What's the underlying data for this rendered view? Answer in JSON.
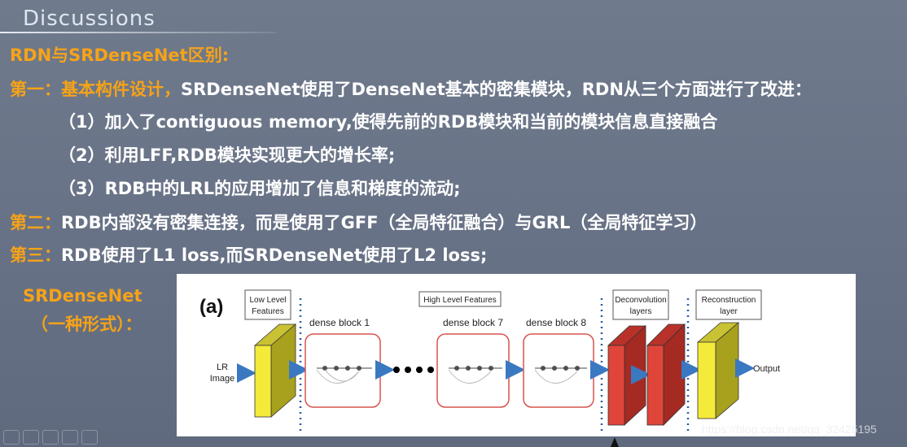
{
  "slide": {
    "title": "Discussions",
    "lines": {
      "l1": "RDN与SRDenseNet区别:",
      "l2_head": "第一：基本构件设计，",
      "l2_rest": "SRDenseNet使用了DenseNet基本的密集模块，RDN从三个方面进行了改进：",
      "l3": "（1）加入了contiguous memory,使得先前的RDB模块和当前的模块信息直接融合",
      "l4": "（2）利用LFF,RDB模块实现更大的增长率;",
      "l5": "（3）RDB中的LRL的应用增加了信息和梯度的流动;",
      "l6_head": "第二：",
      "l6_rest": "RDB内部没有密集连接，而是使用了GFF（全局特征融合）与GRL（全局特征学习）",
      "l7_head": "第三：",
      "l7_rest": "RDB使用了L1 loss,而SRDenseNet使用了L2 loss;"
    },
    "side_label_1": "SRDenseNet",
    "side_label_2": "（一种形式）："
  },
  "figure": {
    "panel_label": "(a)",
    "low_level_1": "Low Level",
    "low_level_2": "Features",
    "high_level": "High Level Features",
    "deconv_1": "Deconvolution",
    "deconv_2": "layers",
    "recon_1": "Reconstruction",
    "recon_2": "layer",
    "lr_1": "LR",
    "lr_2": "Image",
    "block_1": "dense block 1",
    "block_7": "dense block 7",
    "block_8": "dense block 8",
    "output": "Output"
  },
  "watermark": "https://blog.csdn.net/qq_32425195",
  "colors": {
    "accent_orange": "#f6a318",
    "yellow_block": "#f4ea3a",
    "red_block": "#e0453a",
    "arrow_blue": "#3a78c2",
    "block_border": "#d9534f"
  },
  "icons": [
    "pen-icon",
    "eraser-icon",
    "highlighter-icon",
    "pointer-icon",
    "screen-icon"
  ]
}
